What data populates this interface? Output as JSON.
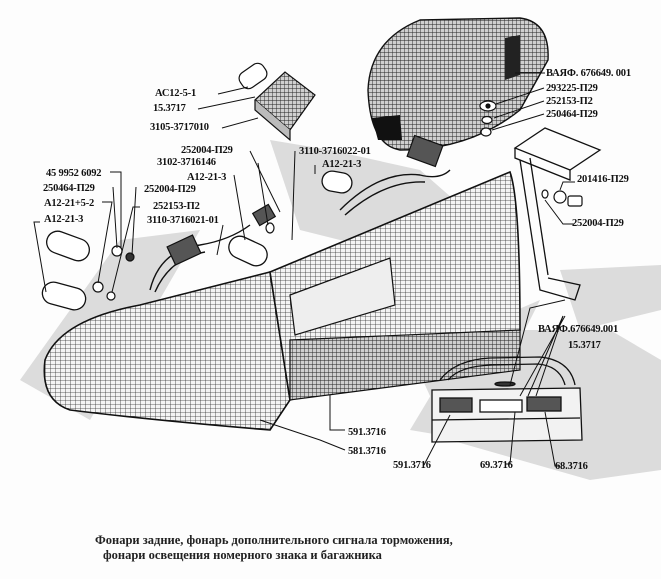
{
  "caption": {
    "line1": "Фонари задние, фонарь дополнительного сигнала торможения,",
    "line2": "фонари освещения номерного знака и багажника"
  },
  "labels": {
    "ac12_5_1": "АС12-5-1",
    "p15_3717_top": "15.3717",
    "p3105_3717010": "3105-3717010",
    "p252004_p29_a": "252004-П29",
    "p3102_3716146": "3102-3716146",
    "p3110_3716022_01": "3110-3716022-01",
    "a12_21_3_right": "А12-21-3",
    "a12_21_3_mid": "А12-21-3",
    "p45_9952_6092": "45 9952 6092",
    "p250464_p29_left": "250464-П29",
    "p252004_p29_b": "252004-П29",
    "a12_21_5_2": "А12-21+5-2",
    "p252153_p2_left": "252153-П2",
    "a12_21_3_left": "А12-21-3",
    "p3110_3716021_01": "3110-3716021-01",
    "vayaf_top": "ВАЯФ. 676649. 001",
    "p293225_p29": "293225-П29",
    "p252153_p2_right": "252153-П2",
    "p250464_p29_right": "250464-П29",
    "p201416_p29": "201416-П29",
    "p252004_p29_c": "252004-П29",
    "vayaf_bottom": "ВАЯФ.676649.001",
    "p15_3717_bottom": "15.3717",
    "p591_3716_a": "591.3716",
    "p581_3716": "581.3716",
    "p591_3716_b": "591.3716",
    "p69_3716": "69.3716",
    "p68_3716": "68.3716"
  },
  "colors": {
    "ink": "#111111",
    "shade": "#d9d9d9",
    "paper": "#fdfdfd"
  }
}
